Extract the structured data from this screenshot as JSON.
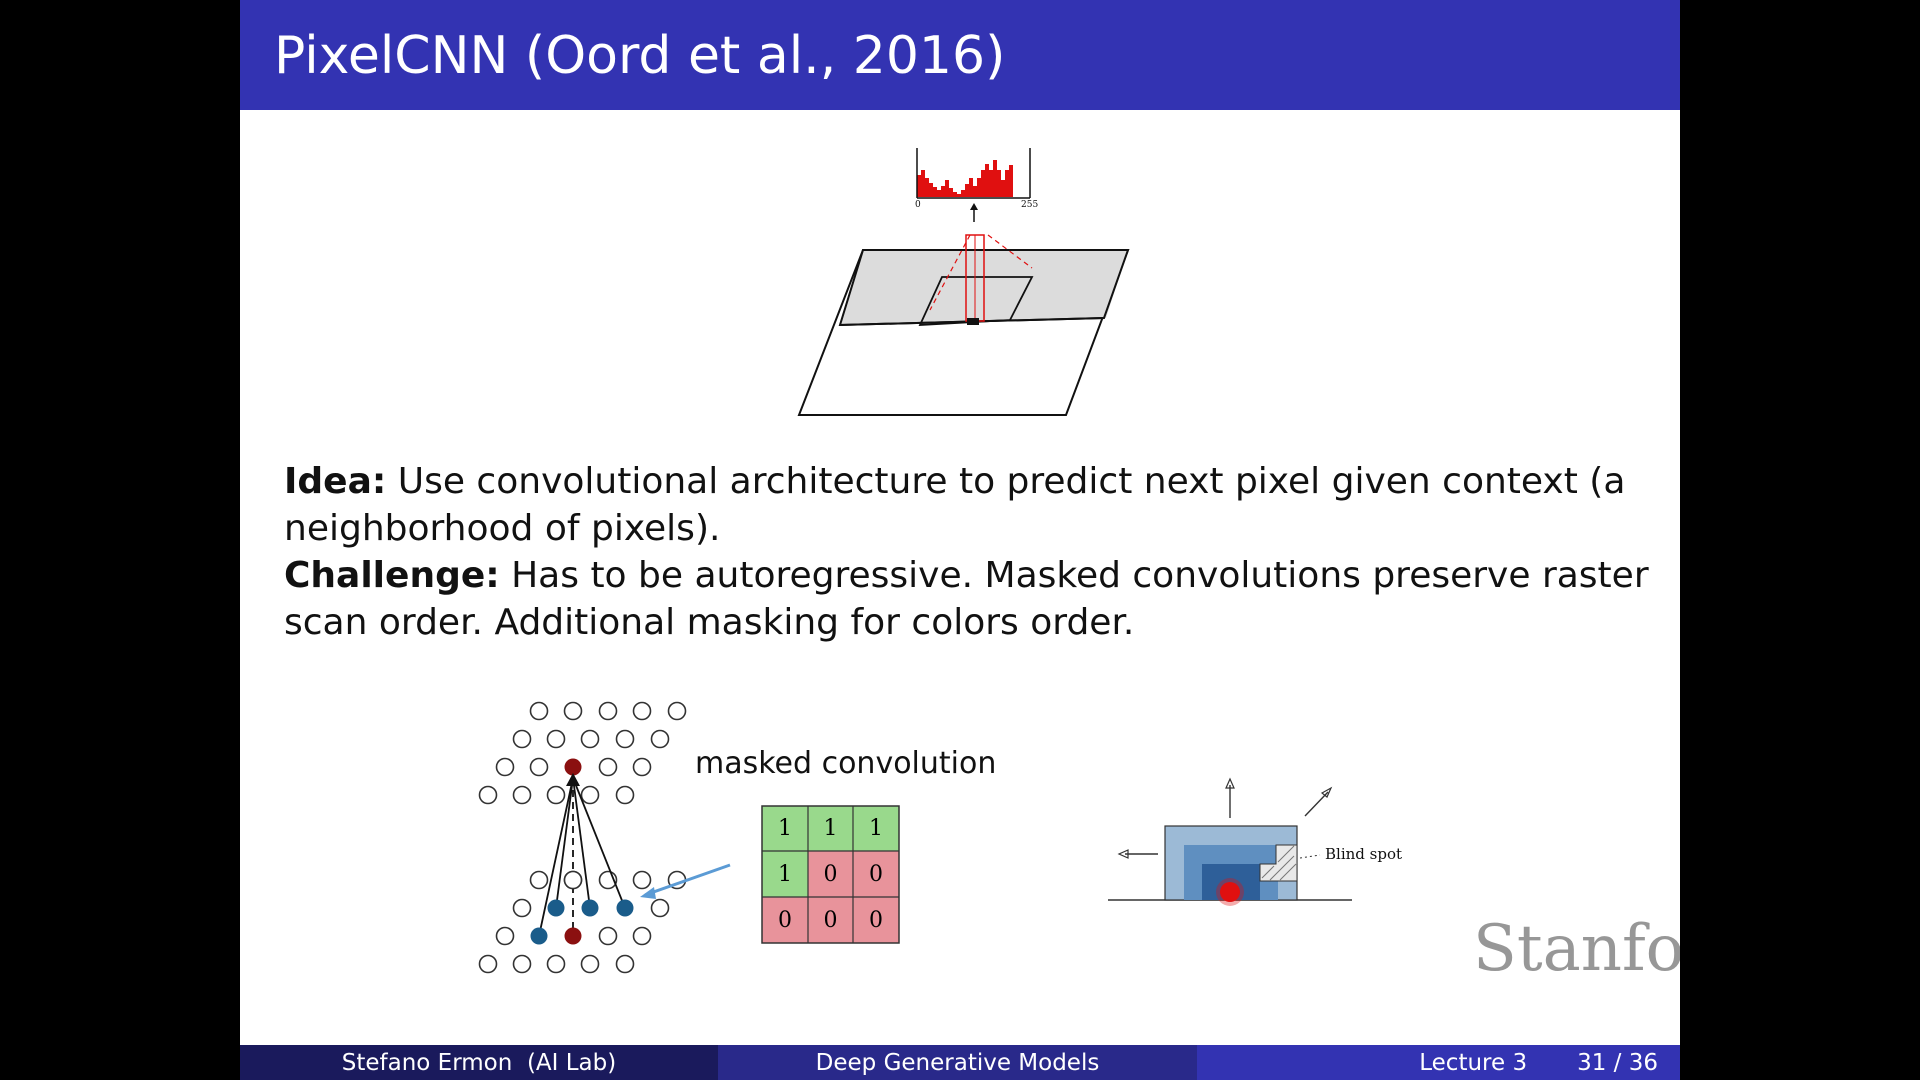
{
  "slide": {
    "title": "PixelCNN (Oord et al., 2016)",
    "idea_label": "Idea:",
    "idea_text": "Use convolutional architecture to predict next pixel given context (a neighborhood of pixels).",
    "challenge_label": "Challenge:",
    "challenge_text": "Has to be autoregressive. Masked convolutions preserve raster scan order. Additional masking for colors order.",
    "masked_label": "masked convolution",
    "blind_spot_label": "Blind spot",
    "histogram_min": "0",
    "histogram_max": "255",
    "mask": [
      [
        "1",
        "1",
        "1"
      ],
      [
        "1",
        "0",
        "0"
      ],
      [
        "0",
        "0",
        "0"
      ]
    ],
    "watermark": "Stanford"
  },
  "footer": {
    "author": "Stefano Ermon  (AI Lab)",
    "course": "Deep Generative Models",
    "lecture": "Lecture 3",
    "page": "31 / 36"
  },
  "colors": {
    "title_bar": "#3333b2",
    "footer_dark": "#1a1a5c",
    "footer_mid": "#29298a",
    "mask_one": "#99d98c",
    "mask_zero": "#e8939b",
    "node_red": "#8b1010",
    "node_blue": "#1a5c8a",
    "histogram_red": "#e01010"
  }
}
